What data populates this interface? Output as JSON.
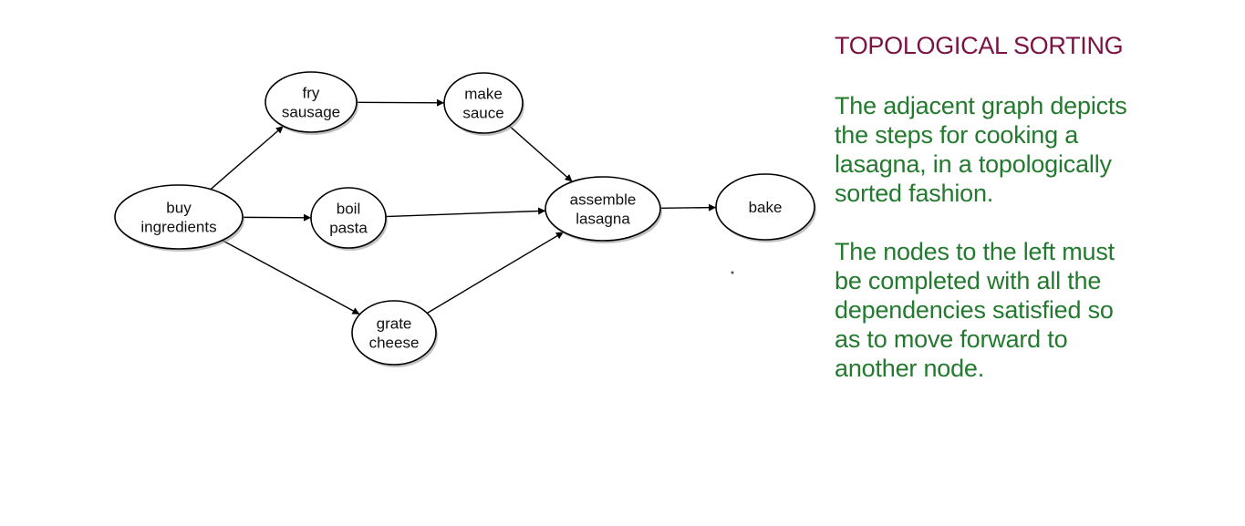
{
  "title": "TOPOLOGICAL SORTING",
  "paragraphs": [
    "The adjacent graph depicts\nthe steps for cooking a\nlasagna, in a topologically\nsorted fashion.",
    "The nodes to the left must\nbe completed with all the\ndependencies satisfied so\nas to move forward to\nanother node."
  ],
  "colors": {
    "title": "#7a1344",
    "body": "#237a2e"
  },
  "graph": {
    "nodes": [
      {
        "id": "buy",
        "lines": [
          "buy",
          "ingredients"
        ]
      },
      {
        "id": "fry",
        "lines": [
          "fry",
          "sausage"
        ]
      },
      {
        "id": "boil",
        "lines": [
          "boil",
          "pasta"
        ]
      },
      {
        "id": "grate",
        "lines": [
          "grate",
          "cheese"
        ]
      },
      {
        "id": "sauce",
        "lines": [
          "make",
          "sauce"
        ]
      },
      {
        "id": "assemble",
        "lines": [
          "assemble",
          "lasagna"
        ]
      },
      {
        "id": "bake",
        "lines": [
          "bake"
        ]
      }
    ],
    "edges": [
      {
        "from": "buy",
        "to": "fry"
      },
      {
        "from": "buy",
        "to": "boil"
      },
      {
        "from": "buy",
        "to": "grate"
      },
      {
        "from": "fry",
        "to": "sauce"
      },
      {
        "from": "sauce",
        "to": "assemble"
      },
      {
        "from": "boil",
        "to": "assemble"
      },
      {
        "from": "grate",
        "to": "assemble"
      },
      {
        "from": "assemble",
        "to": "bake"
      }
    ]
  }
}
